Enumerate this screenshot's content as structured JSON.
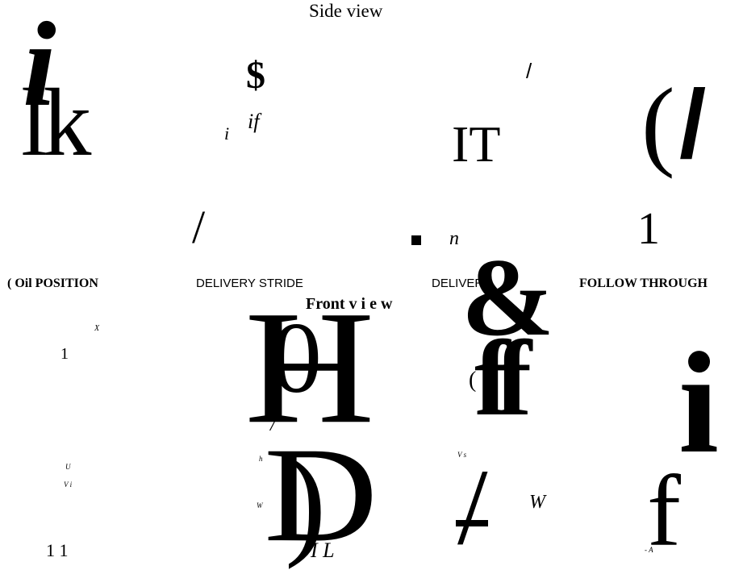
{
  "side_view": {
    "heading": "Side view",
    "ocr_fragments": {
      "big_i": "i",
      "big_lk": "lk",
      "dollar": "$",
      "small_i": "i",
      "if": "if",
      "slash_top": "/",
      "it": "IT",
      "paren": "(",
      "slash_big": "/",
      "slash_left": "/",
      "n": "n",
      "one": "1"
    }
  },
  "stage_labels": {
    "coil_position": "( Oil  POSITION",
    "delivery_stride": "DELIVERY STRIDE",
    "delivery": "DELIVERY",
    "follow_through": "FOLLOW THROUGH"
  },
  "front_view": {
    "heading": "Front  v i e w",
    "ocr_fragments": {
      "x": "X",
      "one_a": "1",
      "u": "U",
      "v_i": "V   i",
      "one_one": "1 1",
      "big_h": "H",
      "big_0": "0",
      "tick": "/",
      "h_small": "h",
      "w_small": "W",
      "big_d": "D",
      "paren_right": ")",
      "il": "I  L",
      "amp": "&",
      "paren_small": "(",
      "big_ff": "ff",
      "v_s": "V       s",
      "slash_mid": "/",
      "dash_mid": "—",
      "w_mid": "W",
      "big_i_right": "i",
      "big_f": "f",
      "a_small": "-  A"
    }
  }
}
